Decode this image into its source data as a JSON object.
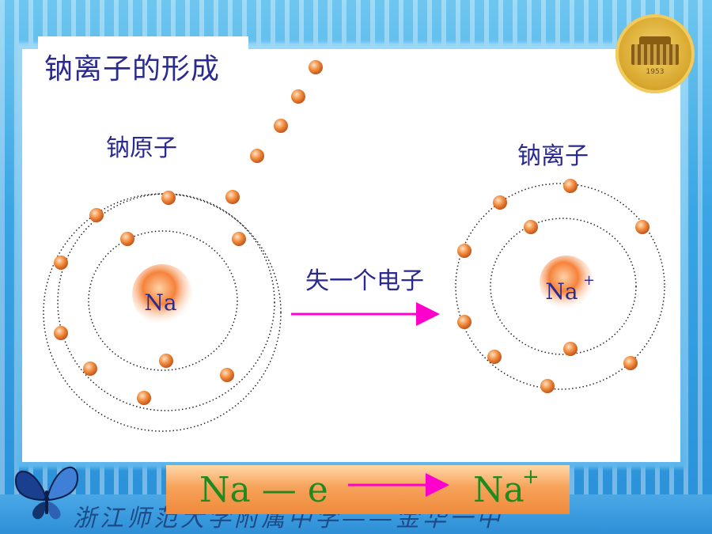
{
  "slide": {
    "title": "钠离子的形成",
    "atom_label": "钠原子",
    "ion_label": "钠离子",
    "arrow_label": "失一个电子",
    "nucleus_atom": "Na",
    "nucleus_ion": "Na",
    "ion_charge": "+",
    "logo_year": "1953"
  },
  "formula": {
    "reactant": "Na — e",
    "product": "Na",
    "charge": "+"
  },
  "footer": {
    "text": "浙江师范大学附属中学——金华一中"
  },
  "colors": {
    "title_text": "#2b2b8f",
    "electron": "#f08a3c",
    "nucleus": "#f5823a",
    "arrow": "#ff00cc",
    "formula_text": "#1f8a1f"
  }
}
